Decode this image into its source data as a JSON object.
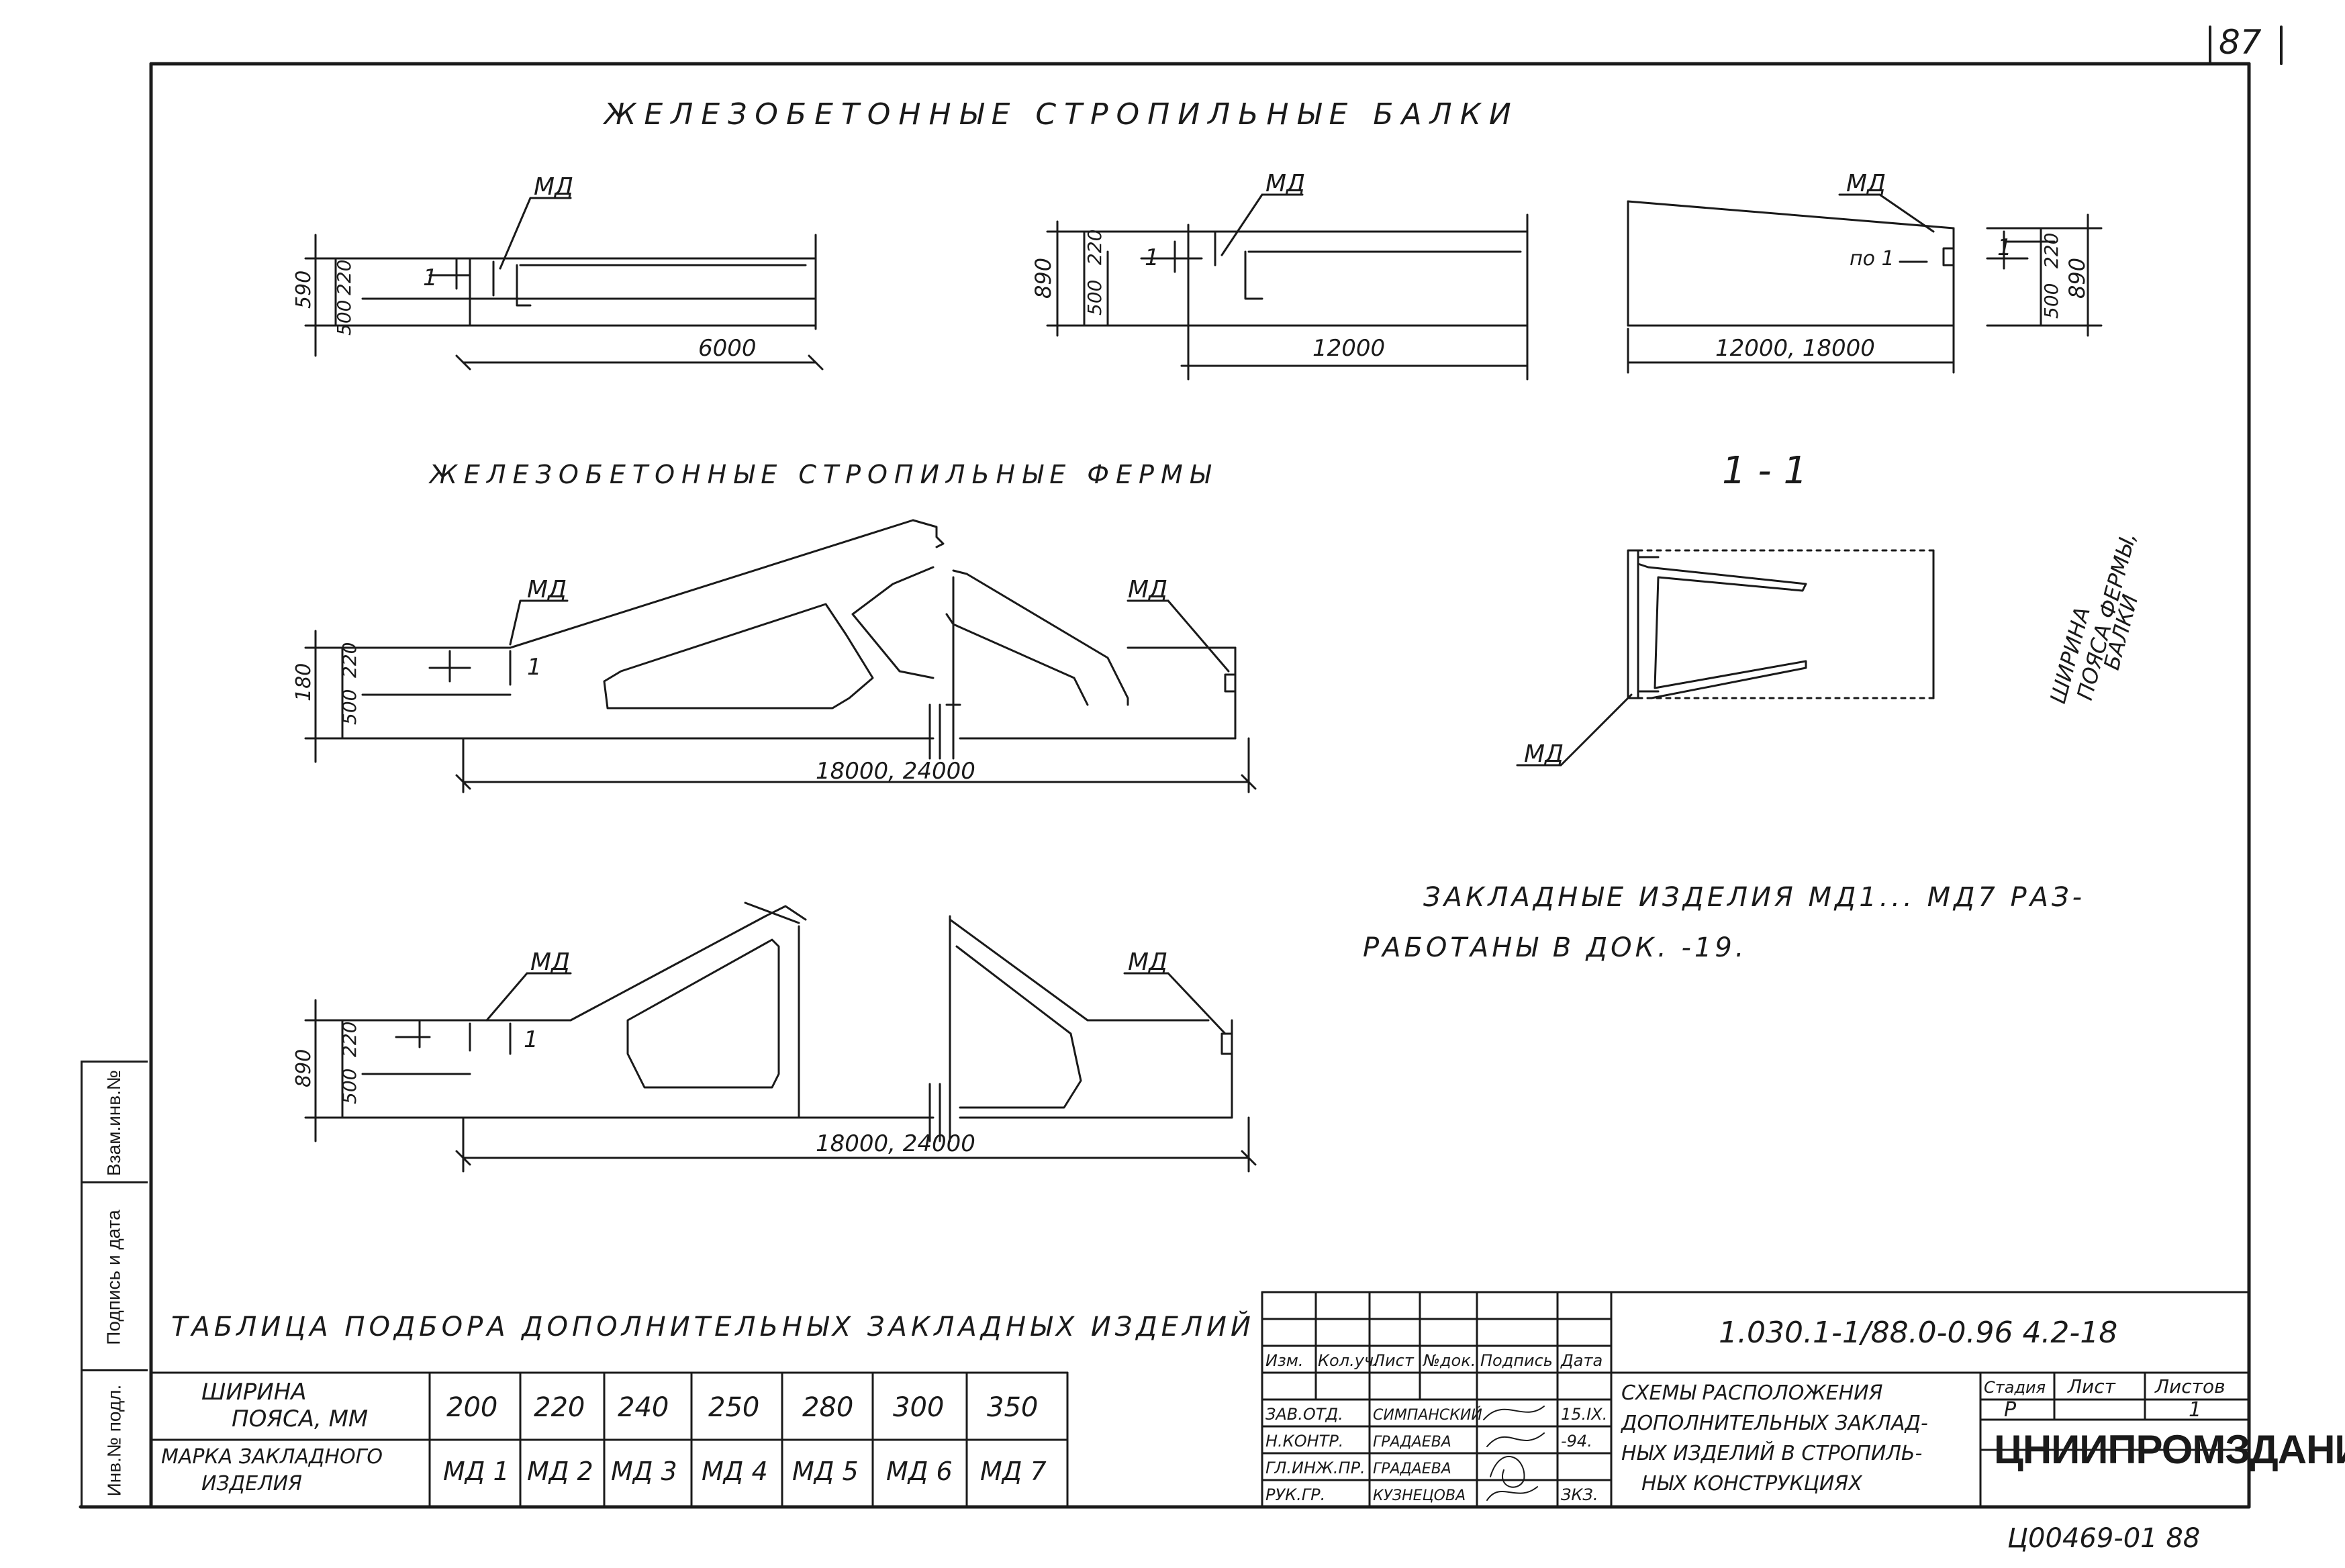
{
  "sheet_number": "87",
  "headings": {
    "beams": "ЖЕЛЕЗОБЕТОННЫЕ СТРОПИЛЬНЫЕ БАЛКИ",
    "trusses": "ЖЕЛЕЗОБЕТОННЫЕ СТРОПИЛЬНЫЕ ФЕРМЫ"
  },
  "callouts": {
    "md": "МД",
    "section_marker": "1",
    "po1": "по 1",
    "section_title": "1 - 1"
  },
  "dimensions": {
    "beam1_length": "6000",
    "beam1_heights": [
      "590",
      "500",
      "220"
    ],
    "beam2_length": "12000",
    "beam2_heights": [
      "890",
      "500",
      "220"
    ],
    "beam3_length": "12000, 18000",
    "beam3_heights": [
      "890",
      "500",
      "220"
    ],
    "truss1_length": "18000, 24000",
    "truss1_heights": [
      "180",
      "500",
      "220"
    ],
    "truss2_length": "18000, 24000",
    "truss2_heights": [
      "890",
      "500",
      "220"
    ]
  },
  "section_note": {
    "line1": "ШИРИНА",
    "line2": "ПОЯСА ФЕРМЫ,",
    "line3": "БАЛКИ"
  },
  "note": {
    "line1": "ЗАКЛАДНЫЕ ИЗДЕЛИЯ МД1... МД7 РАЗ-",
    "line2": "РАБОТАНЫ В ДОК. -19."
  },
  "table": {
    "title": "ТАБЛИЦА ПОДБОРА ДОПОЛНИТЕЛЬНЫХ ЗАКЛАДНЫХ ИЗДЕЛИЙ",
    "row1_header": [
      "ШИРИНА",
      "ПОЯСА, ММ"
    ],
    "row2_header": [
      "МАРКА ЗАКЛАДНОГО",
      "ИЗДЕЛИЯ"
    ],
    "widths": [
      "200",
      "220",
      "240",
      "250",
      "280",
      "300",
      "350"
    ],
    "marks": [
      "МД 1",
      "МД 2",
      "МД 3",
      "МД 4",
      "МД 5",
      "МД 6",
      "МД 7"
    ]
  },
  "side_stamp": {
    "inv_no": "Инв.№ подл.",
    "sign_date": "Подпись и дата",
    "replaced": "Взам.инв.№"
  },
  "title_block": {
    "doc_code": "1.030.1-1/88.0-0.96 4.2-18",
    "headers": [
      "Изм.",
      "Кол.уч.",
      "Лист",
      "№док.",
      "Подпись",
      "Дата"
    ],
    "roles": [
      "ЗАВ.ОТД.",
      "Н.КОНТР.",
      "ГЛ.ИНЖ.ПР.",
      "РУК.ГР."
    ],
    "names": [
      "СИМПАНСКИЙ",
      "ГРАДАЕВА",
      "ГРАДАЕВА",
      "КУЗНЕЦОВА"
    ],
    "dates": [
      "15.IX.",
      "-94.",
      "",
      "ЗКЗ."
    ],
    "sheet_title": [
      "СХЕМЫ РАСПОЛОЖЕНИЯ",
      "ДОПОЛНИТЕЛЬНЫХ ЗАКЛАД-",
      "НЫХ ИЗДЕЛИЙ В СТРОПИЛЬ-",
      "НЫХ КОНСТРУКЦИЯХ"
    ],
    "stage_header": "Стадия",
    "sheet_header": "Лист",
    "sheets_header": "Листов",
    "stage": "Р",
    "sheets": "1",
    "organization": "ЦНИИПРОМЗДАНИЙ"
  },
  "archive_number": "Ц00469-01   88"
}
